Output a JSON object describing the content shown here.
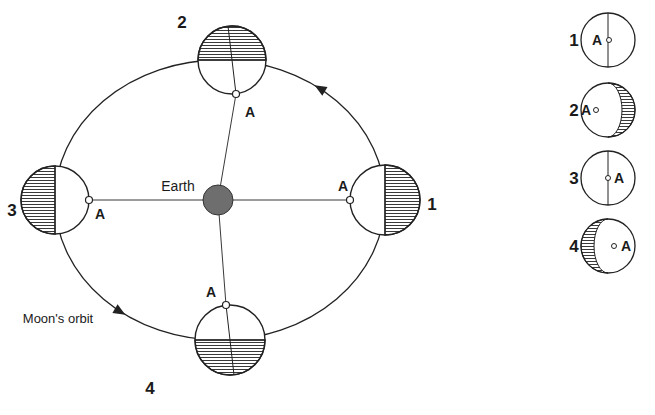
{
  "diagram": {
    "labels": [
      "2",
      "A",
      "3",
      "A",
      "Earth",
      "A",
      "1",
      "Moon's orbit",
      "A",
      "4",
      "1",
      "A",
      "2",
      "A",
      "3",
      "A",
      "4",
      "A"
    ]
  }
}
